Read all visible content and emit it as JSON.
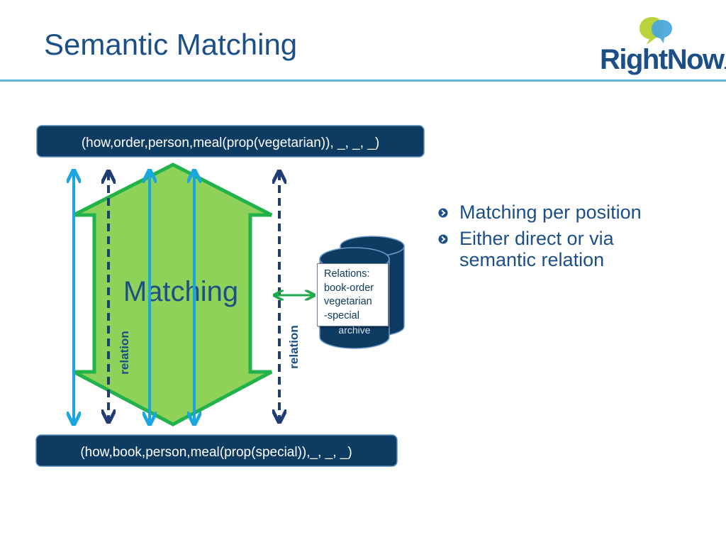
{
  "slide": {
    "title": "Semantic Matching",
    "logo_text": "RightNow",
    "logo_mark": ".",
    "bullets": [
      {
        "line1": "Matching per position",
        "line2": ""
      },
      {
        "line1": "Either direct or via",
        "line2": "semantic relation"
      }
    ]
  },
  "diagram": {
    "top_tuple": "(how,order,person,meal(prop(vegetarian)), _, _, _)",
    "bottom_tuple": "(how,book,person,meal(prop(special)),_, _, _)",
    "arrow_label": "Matching",
    "relation_label_left": "relation",
    "relation_label_right": "relation",
    "archive_label": "archive",
    "relations_box": {
      "heading": "Relations:",
      "lines": [
        "book-order",
        "vegetarian",
        "-special"
      ]
    }
  },
  "colors": {
    "title": "#1b4f86",
    "rule": "#5fb8d8",
    "tuple_box": "#0d3b62",
    "big_arrow_fill": "#8ed25a",
    "big_arrow_stroke": "#22b24c",
    "solid_arrow": "#1aa6df",
    "dashed_arrow": "#1f3d73",
    "link_arrow": "#1faa50",
    "cylinder": "#0d3b62"
  }
}
